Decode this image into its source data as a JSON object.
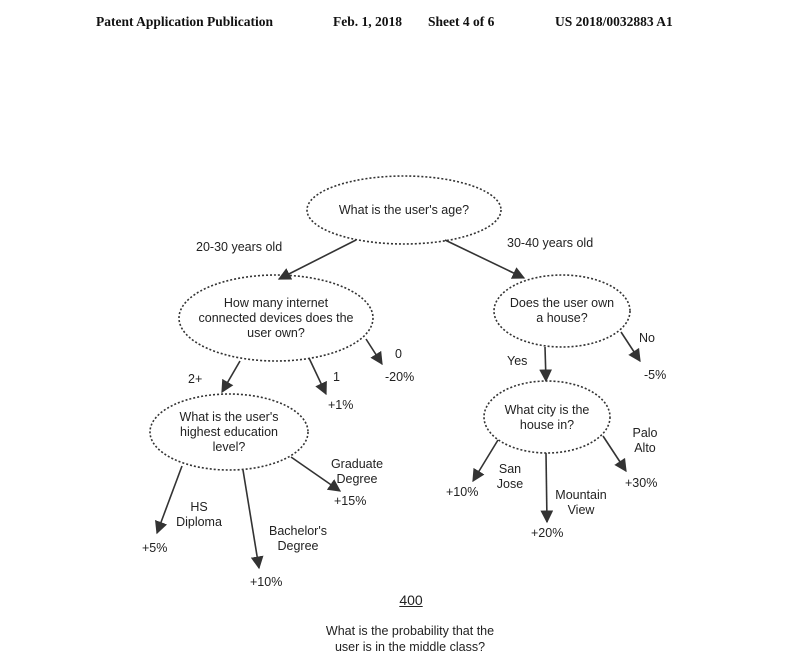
{
  "header": {
    "publication": "Patent Application Publication",
    "date": "Feb. 1, 2018",
    "sheet": "Sheet 4 of 6",
    "number": "US 2018/0032883 A1"
  },
  "nodes": {
    "root": "What is the user's age?",
    "devices": "How many internet connected devices does the user own?",
    "house": "Does the user own a house?",
    "education": "What is the user's highest education level?",
    "city": "What city is the house in?"
  },
  "edges": {
    "age_20_30": "20-30 years old",
    "age_30_40": "30-40 years old",
    "devices_2plus": "2+",
    "devices_1": "1",
    "devices_0": "0",
    "house_yes": "Yes",
    "house_no": "No",
    "edu_hs": "HS Diploma",
    "edu_bachelor": "Bachelor's Degree",
    "edu_graduate": "Graduate Degree",
    "city_sanjose": "San Jose",
    "city_mountainview": "Mountain View",
    "city_paloalto": "Palo Alto"
  },
  "leaves": {
    "devices_1": "+1%",
    "devices_0": "-20%",
    "house_no": "-5%",
    "edu_hs": "+5%",
    "edu_bachelor": "+10%",
    "edu_graduate": "+15%",
    "city_sanjose": "+10%",
    "city_mountainview": "+20%",
    "city_paloalto": "+30%"
  },
  "figure": {
    "number": "400",
    "caption_line1": "What is the probability that the",
    "caption_line2": "user is in the middle class?"
  }
}
